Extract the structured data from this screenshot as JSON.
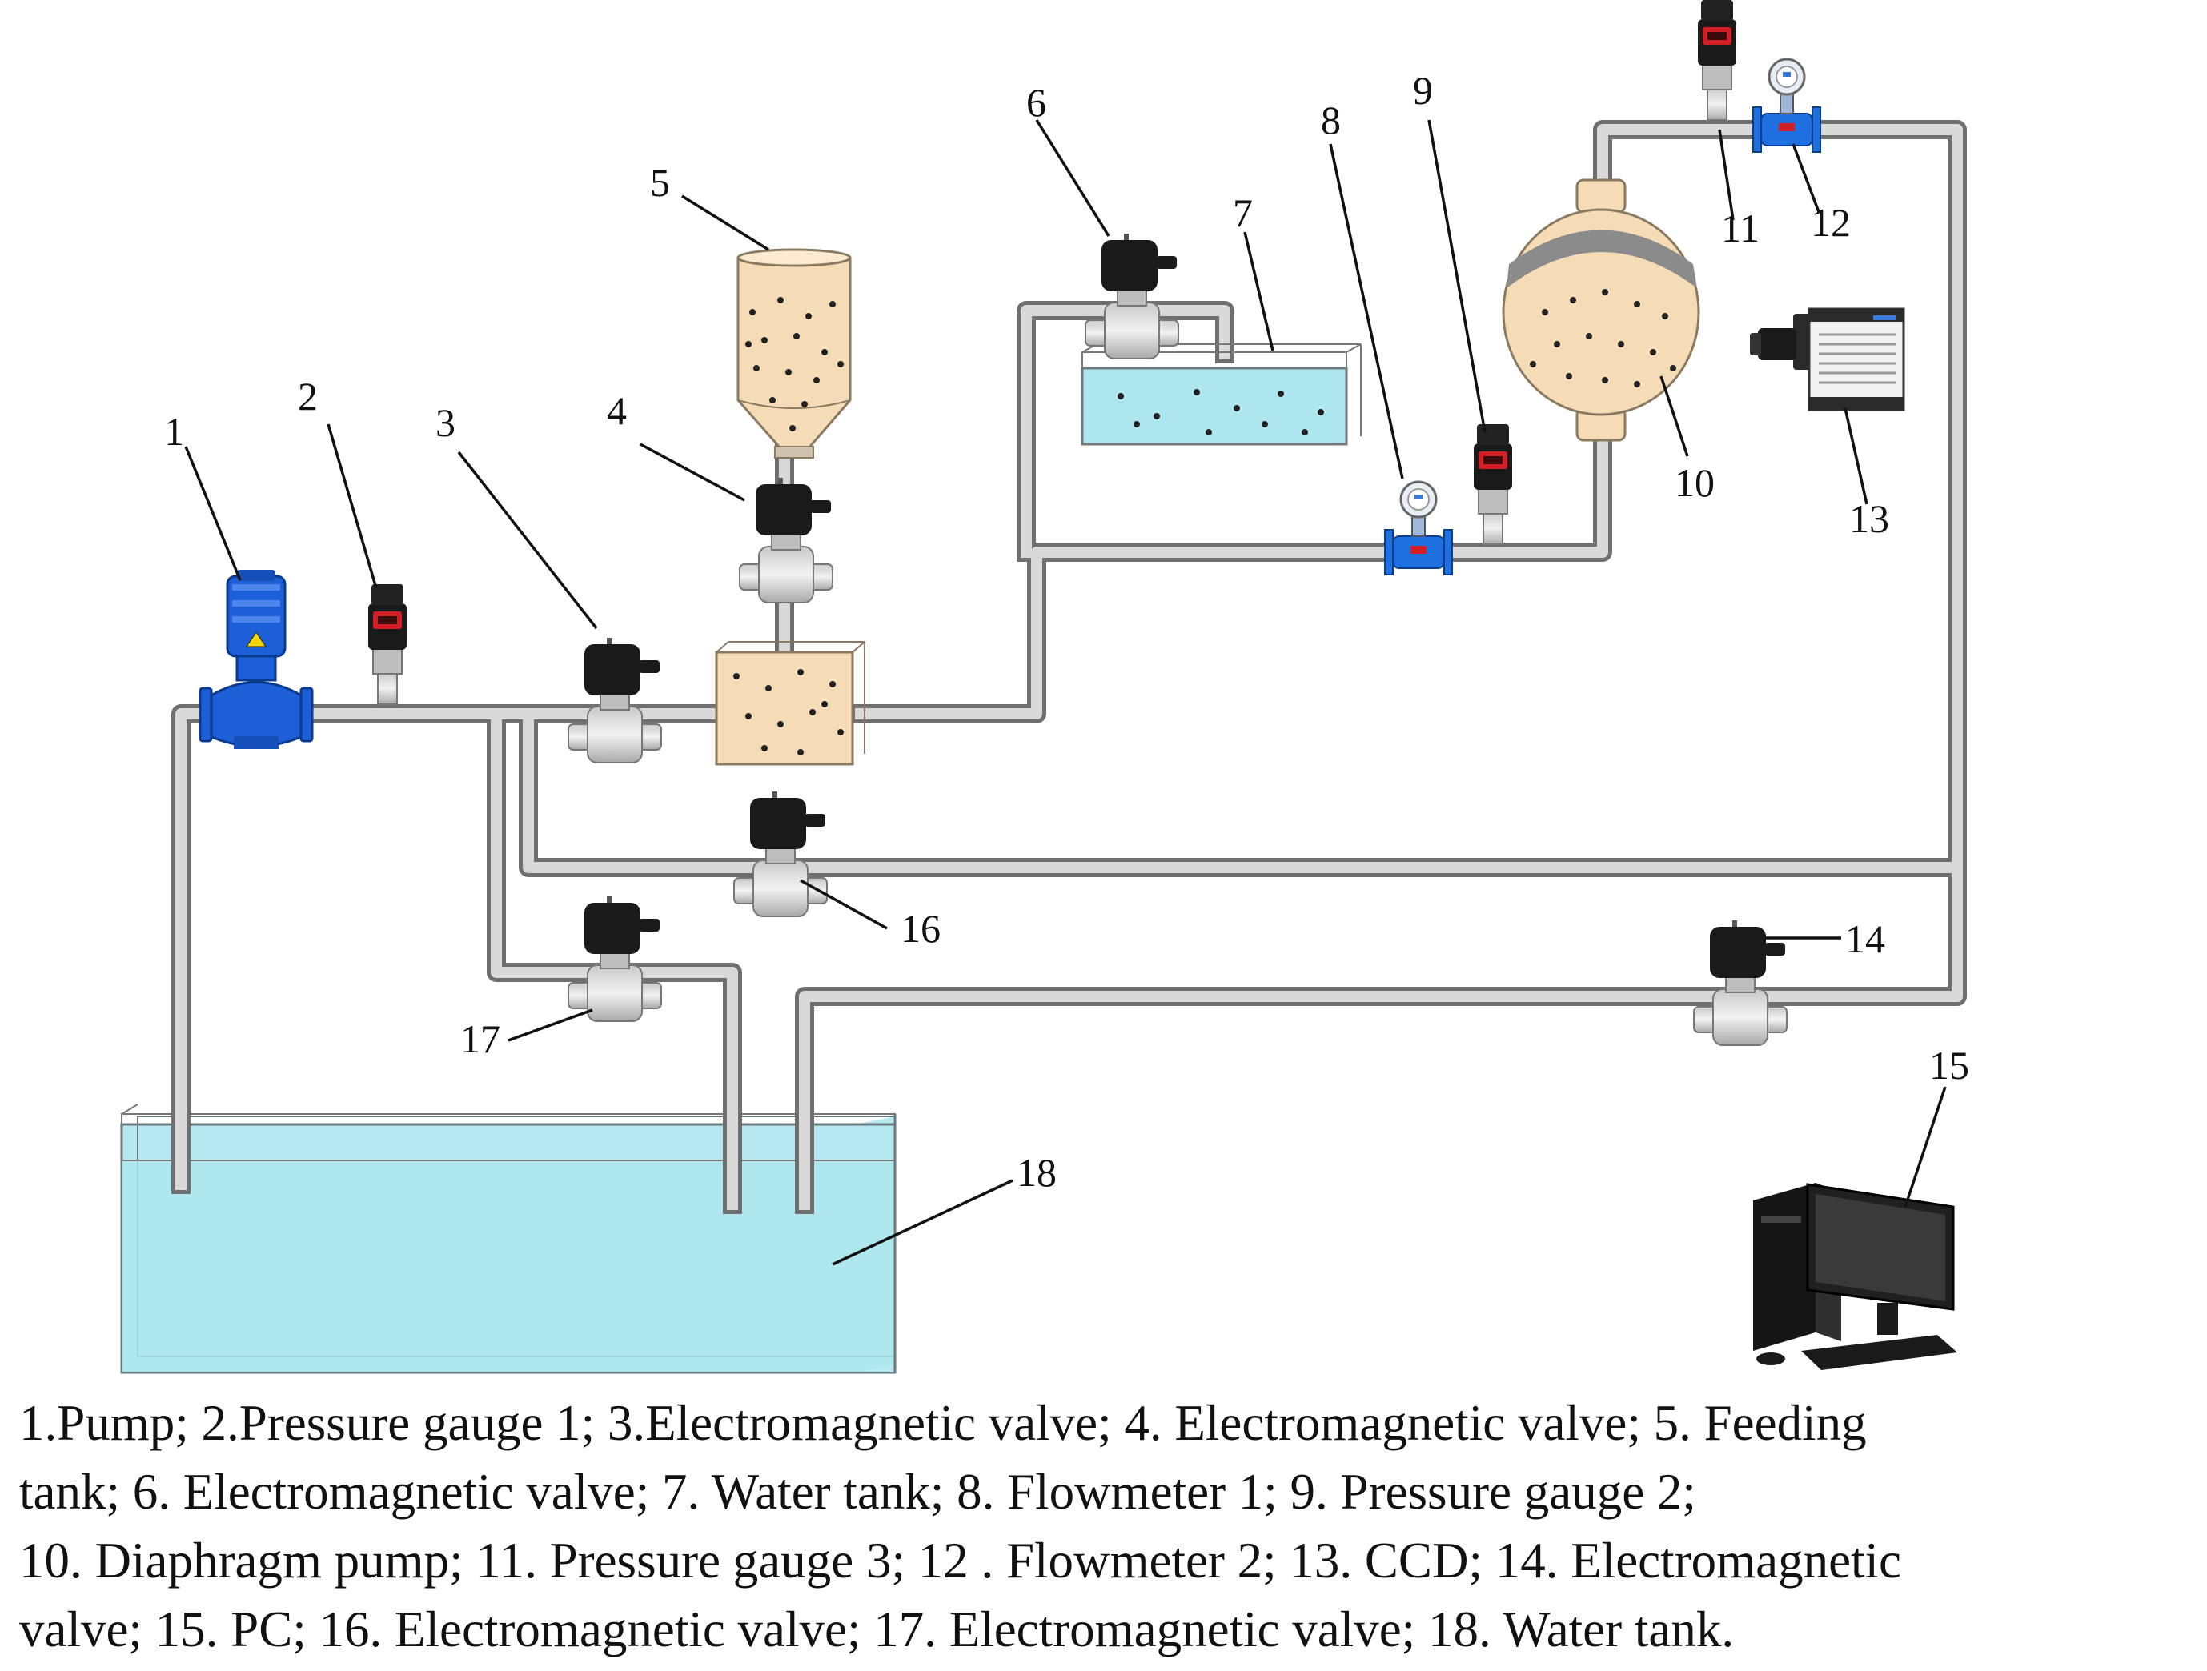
{
  "labels": {
    "n1": "1",
    "n2": "2",
    "n3": "3",
    "n4": "4",
    "n5": "5",
    "n6": "6",
    "n7": "7",
    "n8": "8",
    "n9": "9",
    "n10": "10",
    "n11": "11",
    "n12": "12",
    "n13": "13",
    "n14": "14",
    "n15": "15",
    "n16": "16",
    "n17": "17",
    "n18": "18"
  },
  "caption": {
    "line1": "1.Pump; 2.Pressure gauge 1; 3.Electromagnetic valve; 4. Electromagnetic valve; 5. Feeding",
    "line2": "tank; 6. Electromagnetic valve; 7. Water tank; 8. Flowmeter 1; 9. Pressure gauge 2;",
    "line3": "10. Diaphragm pump; 11. Pressure gauge 3; 12 . Flowmeter 2; 13. CCD; 14. Electromagnetic",
    "line4": "valve; 15. PC; 16. Electromagnetic valve; 17. Electromagnetic valve; 18. Water tank."
  },
  "colors": {
    "water": "#aee6ef",
    "particle_fill": "#f5dcb7",
    "pump_blue": "#1d5fd6",
    "flowmeter_blue": "#1e6fe0",
    "gauge_red": "#d21f26",
    "valve_black": "#1a1a1a",
    "pipe_gray": "#d9d9d9"
  }
}
